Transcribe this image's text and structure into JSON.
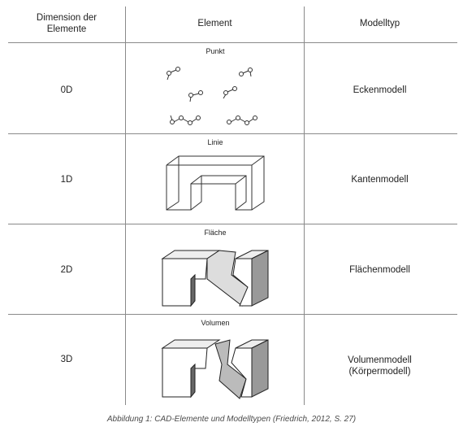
{
  "table": {
    "headers": [
      "Dimension der Elemente",
      "Element",
      "Modelltyp"
    ],
    "rows": [
      {
        "dimension": "0D",
        "element_label": "Punkt",
        "model_type": "Eckenmodell",
        "figure_icon": "point-cloud-icon"
      },
      {
        "dimension": "1D",
        "element_label": "Linie",
        "model_type": "Kantenmodell",
        "figure_icon": "wireframe-bridge-icon"
      },
      {
        "dimension": "2D",
        "element_label": "Fläche",
        "model_type": "Flächenmodell",
        "figure_icon": "surface-bridge-icon"
      },
      {
        "dimension": "3D",
        "element_label": "Volumen",
        "model_type": "Volumenmodell (Körpermodell)",
        "figure_icon": "solid-bridge-icon"
      }
    ]
  },
  "caption": "Abbildung 1: CAD-Elemente und Modelltypen (Friedrich, 2012, S. 27)"
}
